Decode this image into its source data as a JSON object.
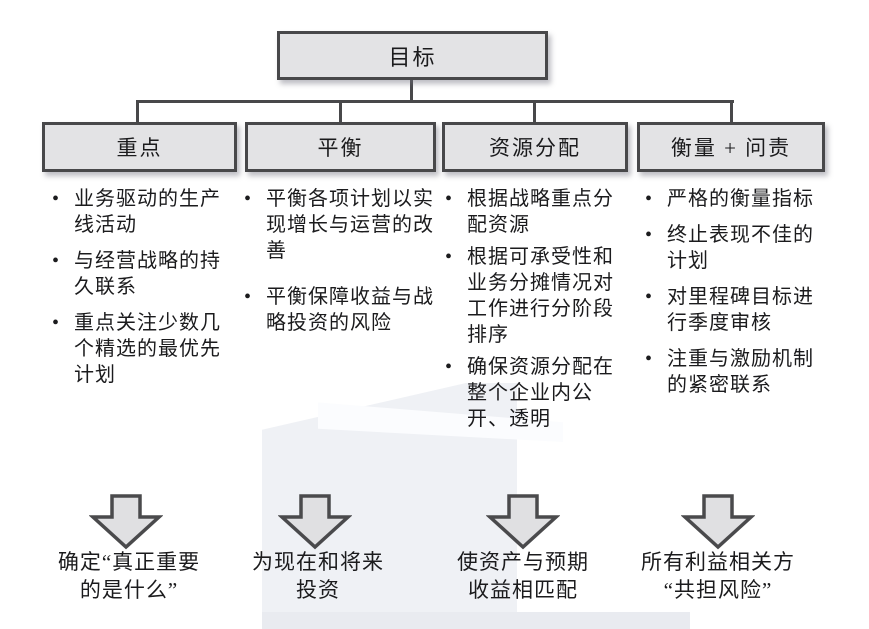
{
  "goal": {
    "label": "目标"
  },
  "glyphs": {
    "bullet": "•"
  },
  "colors": {
    "box_fill": "#e3e3e5",
    "box_border": "#48484a",
    "connector": "#48484a",
    "arrow_fill": "#e0e0e2",
    "arrow_border": "#4a4a4c",
    "watermark": "#eff1f5",
    "text": "#1b1b1d"
  },
  "columns": [
    {
      "header": "重点",
      "bullets": [
        "业务驱动的生产线活动",
        "与经营战略的持久联系",
        "重点关注少数几个精选的最优先计划"
      ],
      "caption": "确定“真正重要\n的是什么”"
    },
    {
      "header": "平衡",
      "bullets": [
        "平衡各项计划以实现增长与运营的改善",
        "平衡保障收益与战略投资的风险"
      ],
      "caption": "为现在和将来\n投资"
    },
    {
      "header": "资源分配",
      "bullets": [
        "根据战略重点分配资源",
        "根据可承受性和业务分摊情况对工作进行分阶段排序",
        "确保资源分配在整个企业内公开、透明"
      ],
      "caption": "使资产与预期\n收益相匹配"
    },
    {
      "header": "衡量 + 问责",
      "bullets": [
        "严格的衡量指标",
        "终止表现不佳的计划",
        "对里程碑目标进行季度审核",
        "注重与激励机制的紧密联系"
      ],
      "caption": "所有利益相关方\n“共担风险”"
    }
  ]
}
